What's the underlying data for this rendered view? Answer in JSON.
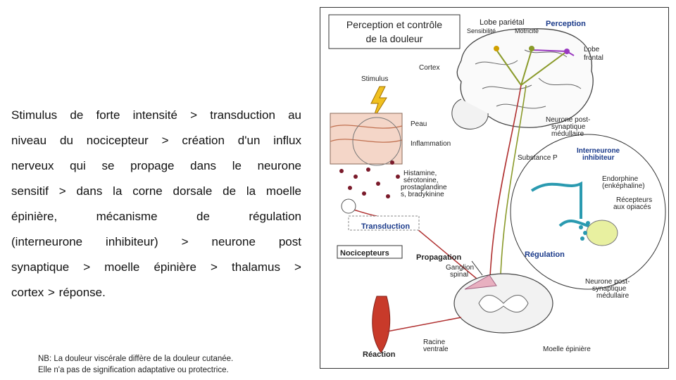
{
  "text": {
    "lines": [
      "Stimulus de forte intensité > transduction au",
      "niveau du nocicepteur > création d'un influx",
      "nerveux qui se propage dans le neurone",
      "sensitif > dans la corne dorsale de la moelle",
      "épinière, mécanisme de régulation",
      "(interneurone inhibiteur) > neurone post",
      "synaptique > moelle épinière > thalamus >",
      "cortex > réponse."
    ],
    "nb_lines": [
      "NB: La douleur viscérale diffère de la douleur cutanée.",
      "Elle n'a pas de signification adaptative ou protectrice."
    ]
  },
  "figure": {
    "title_line1": "Perception et contrôle",
    "title_line2": "de la douleur",
    "labels": {
      "lobe_parietal": "Lobe pariétal",
      "sensibilite": "Sensibilité",
      "motricite": "Motricité",
      "perception": "Perception",
      "lobe": "Lobe",
      "frontal": "frontal",
      "cortex": "Cortex",
      "stimulus": "Stimulus",
      "peau": "Peau",
      "inflammation": "Inflammation",
      "neurone_post_1": "Neurone post-",
      "neurone_post_2": "synaptique",
      "neurone_post_3": "médullaire",
      "interneurone_1": "Interneurone",
      "interneurone_2": "inhibiteur",
      "substance_p": "Substance P",
      "histamine_1": "Histamine,",
      "histamine_2": "sérotonine,",
      "histamine_3": "prostaglandine",
      "histamine_4": "s, bradykinine",
      "endorphine_1": "Endorphine",
      "endorphine_2": "(enképhaline)",
      "recepteurs_1": "Récepteurs",
      "recepteurs_2": "aux opiacés",
      "transduction": "Transduction",
      "nocicepteurs": "Nocicepteurs",
      "propagation": "Propagation",
      "regulation": "Régulation",
      "ganglion_1": "Ganglion",
      "ganglion_2": "spinal",
      "neurone_med_1": "Neurone post-",
      "neurone_med_2": "synaptique",
      "neurone_med_3": "médullaire",
      "racine_1": "Racine",
      "racine_2": "ventrale",
      "reaction": "Réaction",
      "moelle": "Moelle épinière"
    },
    "colors": {
      "accent_blue": "#1a3a8a",
      "pathway_red": "#b03030",
      "pathway_green": "#8a9a2a",
      "regulation_teal": "#2a9ab0",
      "purple": "#9a3ac0"
    }
  }
}
